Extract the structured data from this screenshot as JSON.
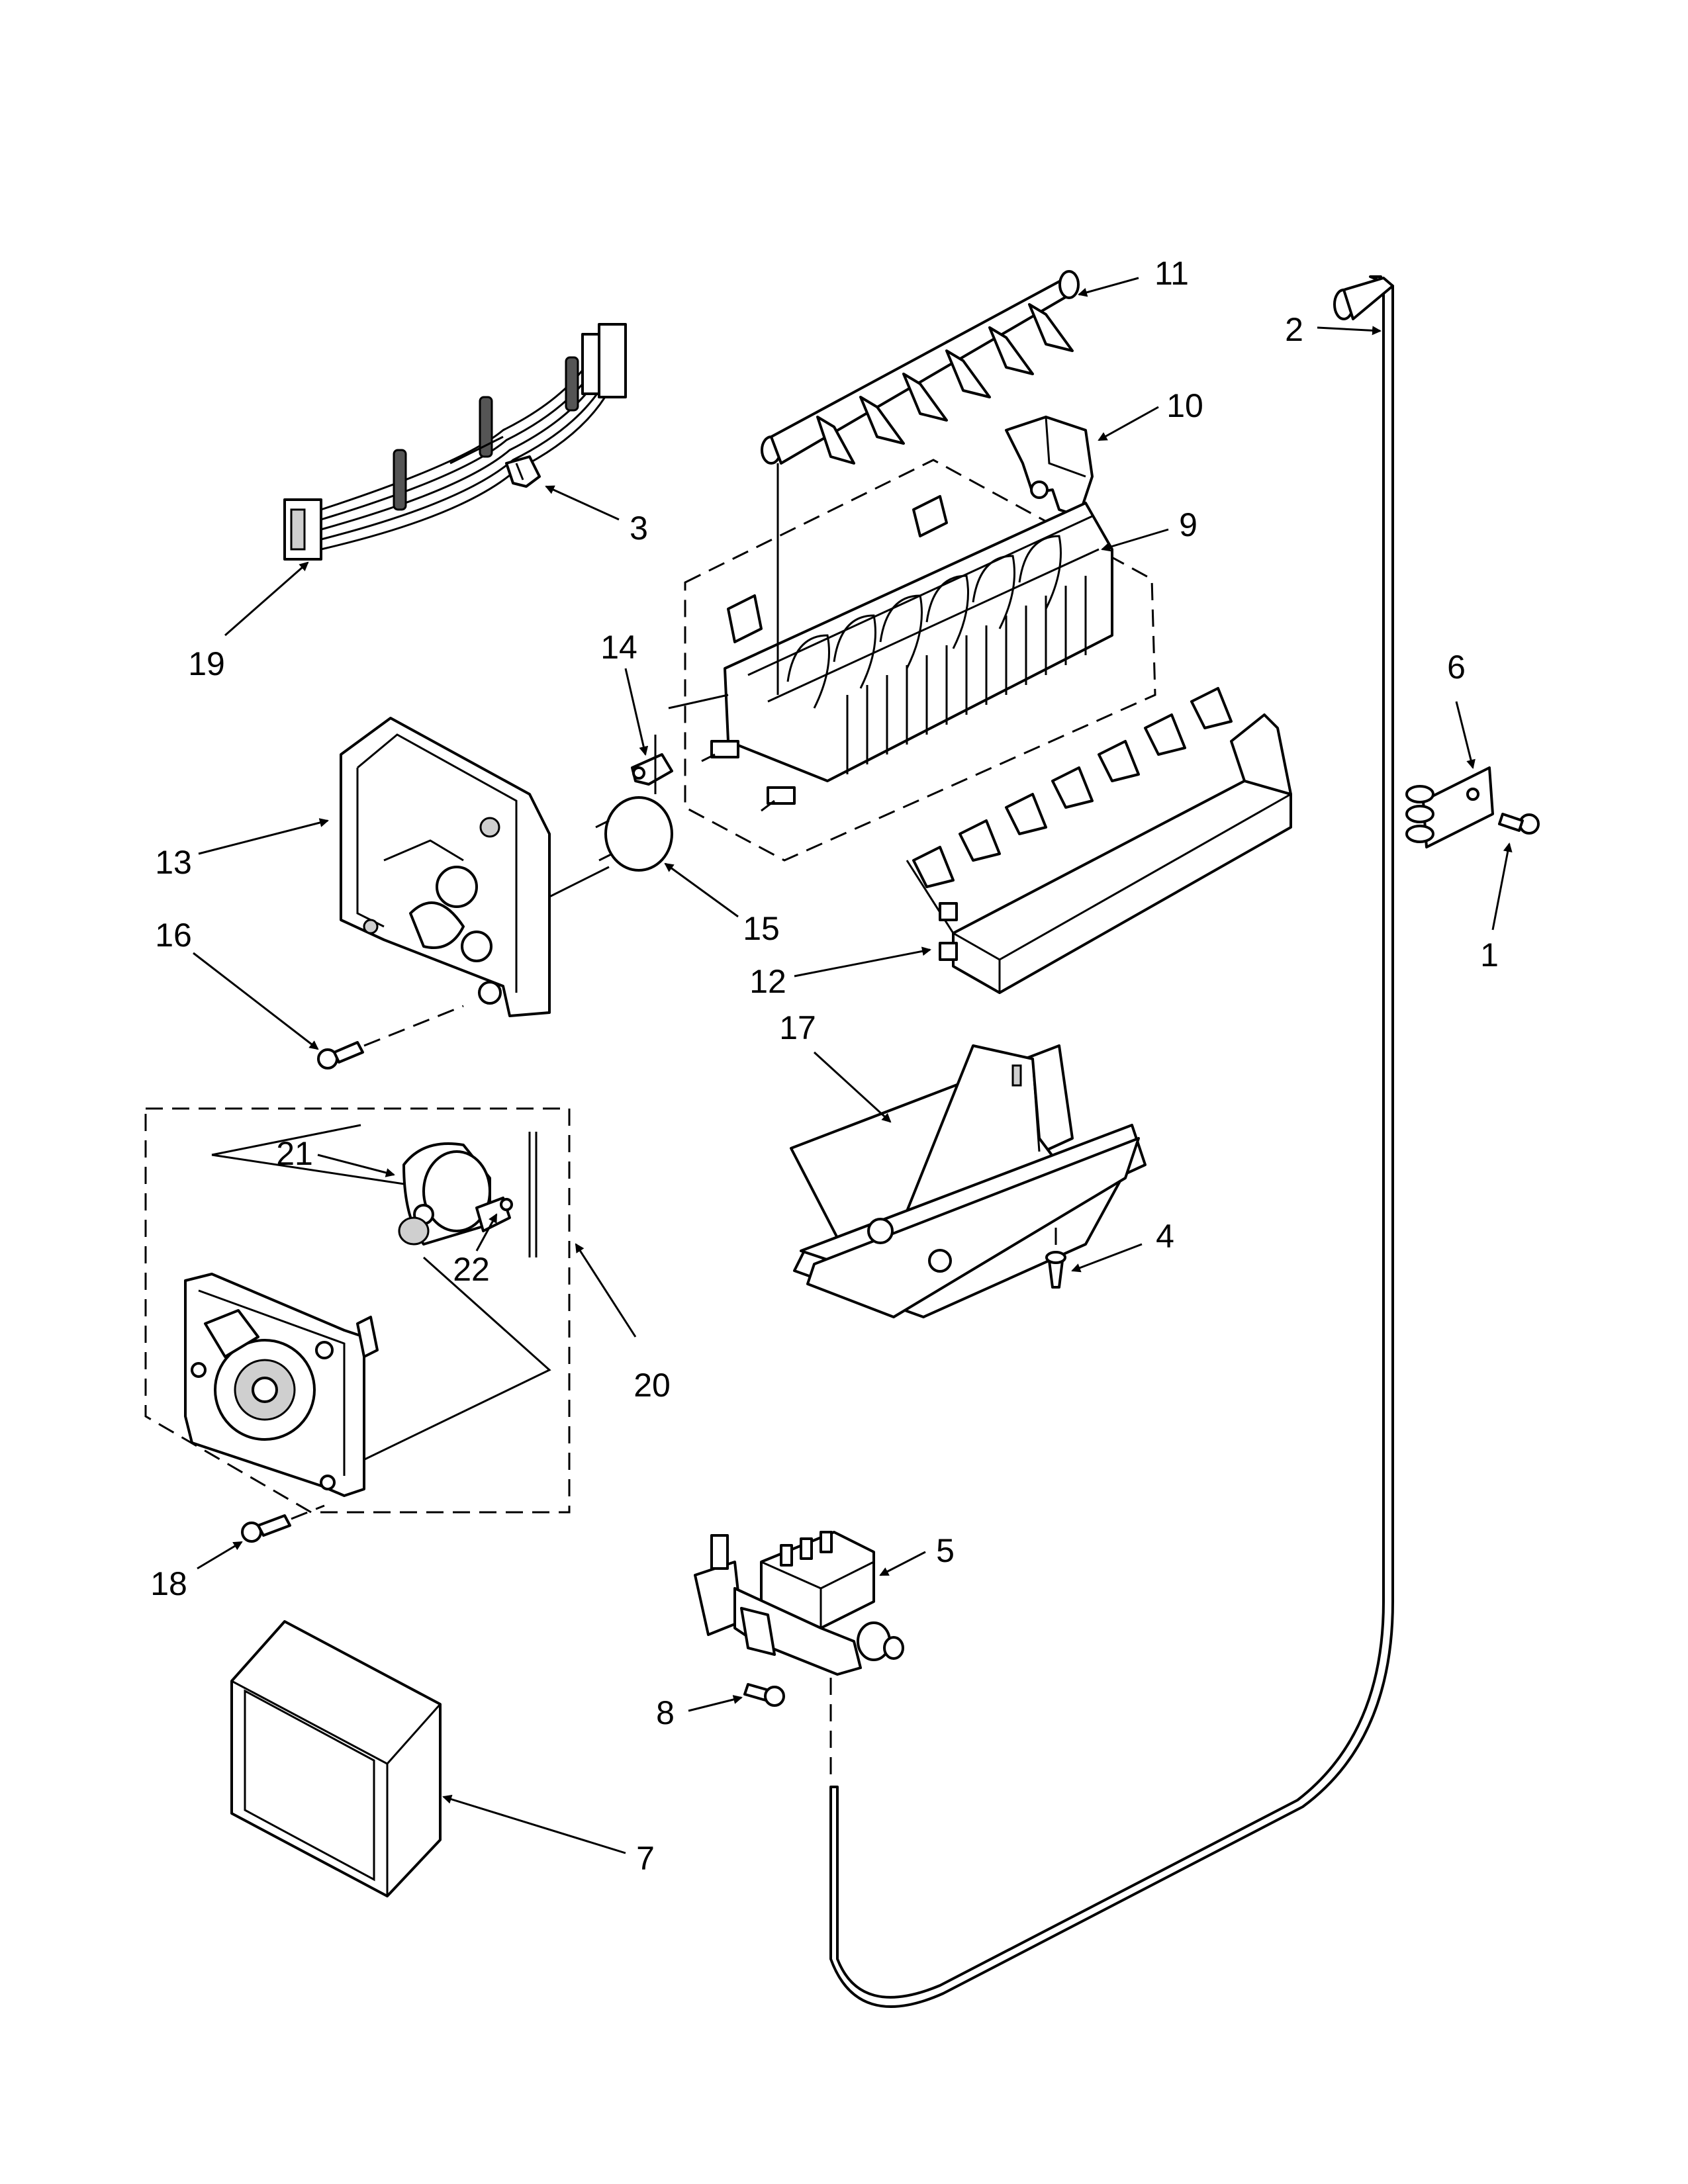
{
  "diagram": {
    "callouts": {
      "p1": "1",
      "p2": "2",
      "p3": "3",
      "p4": "4",
      "p5": "5",
      "p6": "6",
      "p7": "7",
      "p8": "8",
      "p9": "9",
      "p10": "10",
      "p11": "11",
      "p12": "12",
      "p13": "13",
      "p14": "14",
      "p15": "15",
      "p16": "16",
      "p17": "17",
      "p18": "18",
      "p19": "19",
      "p20": "20",
      "p21": "21",
      "p22": "22"
    }
  }
}
